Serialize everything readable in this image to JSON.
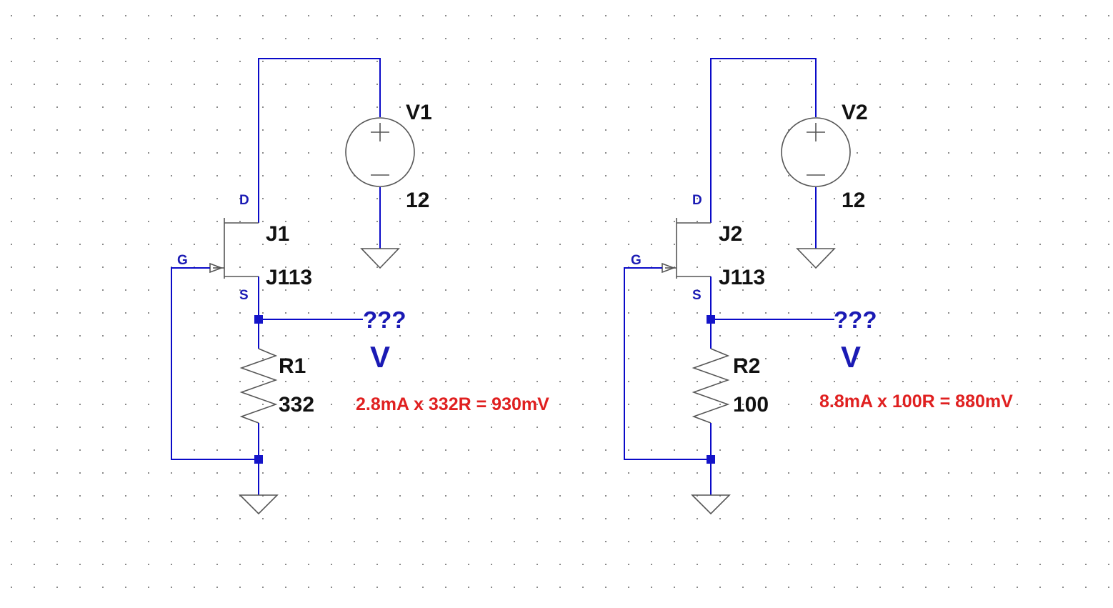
{
  "grid": {
    "dot_color": "#8a8a8a",
    "wire_color": "#0a0ac8",
    "junction_color": "#1414c8"
  },
  "circuits": [
    {
      "source": {
        "ref": "V1",
        "value": "12"
      },
      "jfet": {
        "ref": "J1",
        "model": "J113",
        "pin_d": "D",
        "pin_g": "G",
        "pin_s": "S"
      },
      "resistor": {
        "ref": "R1",
        "value": "332"
      },
      "probe": {
        "question": "???",
        "unit": "V"
      },
      "note": "2.8mA x 332R = 930mV"
    },
    {
      "source": {
        "ref": "V2",
        "value": "12"
      },
      "jfet": {
        "ref": "J2",
        "model": "J113",
        "pin_d": "D",
        "pin_g": "G",
        "pin_s": "S"
      },
      "resistor": {
        "ref": "R2",
        "value": "100"
      },
      "probe": {
        "question": "???",
        "unit": "V"
      },
      "note": "8.8mA x 100R = 880mV"
    }
  ]
}
